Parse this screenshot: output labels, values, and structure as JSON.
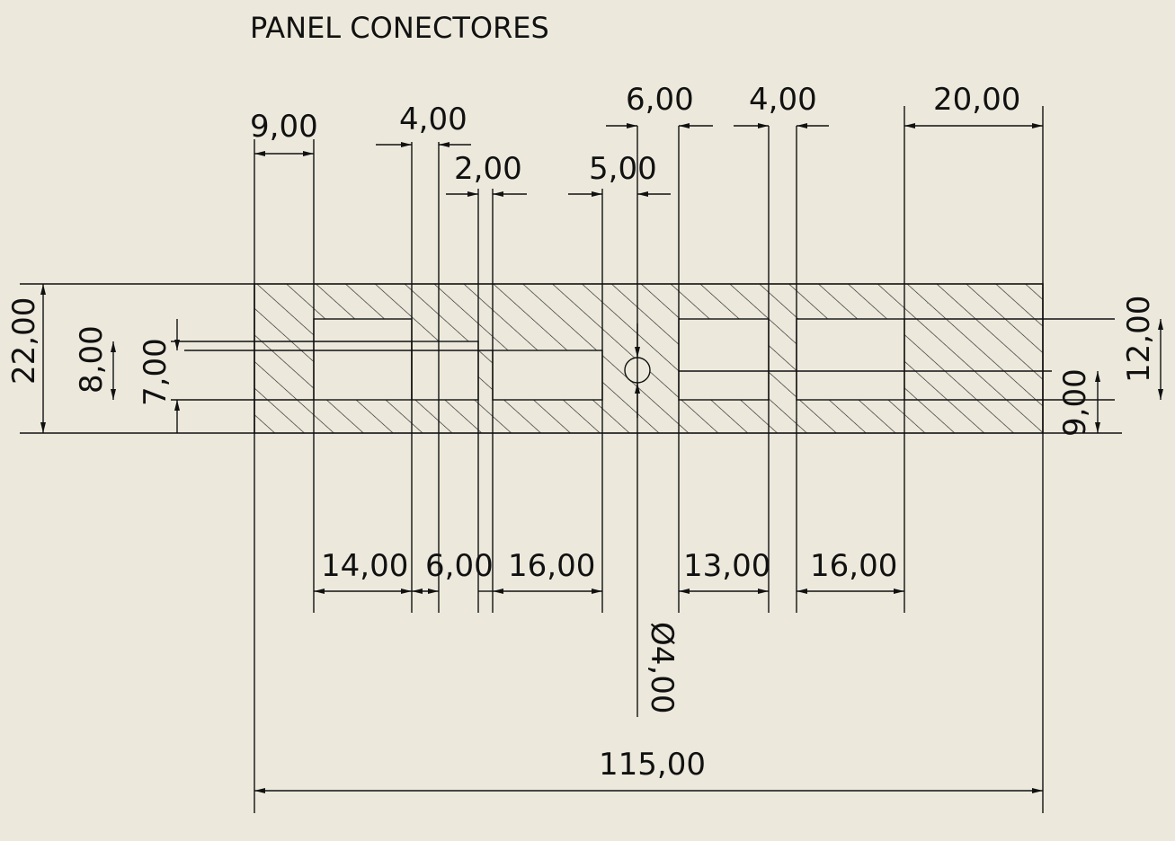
{
  "title": "PANEL CONECTORES",
  "dimensions": {
    "top_9": "9,00",
    "top_4a": "4,00",
    "top_2": "2,00",
    "top_5": "5,00",
    "top_6": "6,00",
    "top_4b": "4,00",
    "top_20": "20,00",
    "left_22": "22,00",
    "left_8": "8,00",
    "left_7": "7,00",
    "right_12": "12,00",
    "right_9": "9,00",
    "bottom_14": "14,00",
    "bottom_6": "6,00",
    "bottom_16a": "16,00",
    "bottom_13": "13,00",
    "bottom_16b": "16,00",
    "hole_diameter": "Ø4,00",
    "overall_width": "115,00"
  },
  "colors": {
    "background": "#ece9dc",
    "line": "#111111"
  }
}
